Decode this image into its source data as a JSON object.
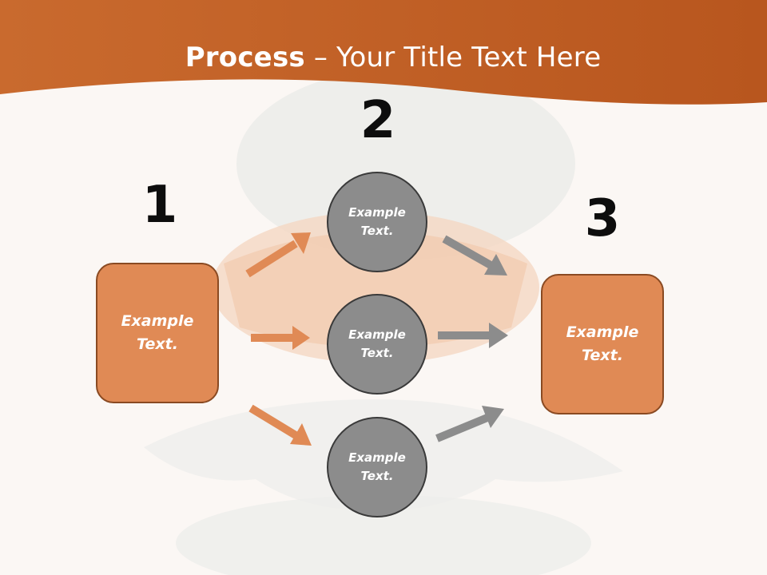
{
  "title": {
    "bold": "Process",
    "rest": " – Your Title Text Here"
  },
  "steps": {
    "one": "1",
    "two": "2",
    "three": "3"
  },
  "left_box": {
    "text": "Example\nText."
  },
  "right_box": {
    "text": "Example\nText."
  },
  "circles": [
    {
      "text": "Example\nText."
    },
    {
      "text": "Example\nText."
    },
    {
      "text": "Example\nText."
    }
  ],
  "colors": {
    "header": "#c9672a",
    "box_fill": "#e08a55",
    "orange_arrow": "#e08a55",
    "gray_arrow": "#8c8c8c",
    "circle_fill": "#8c8c8c"
  }
}
